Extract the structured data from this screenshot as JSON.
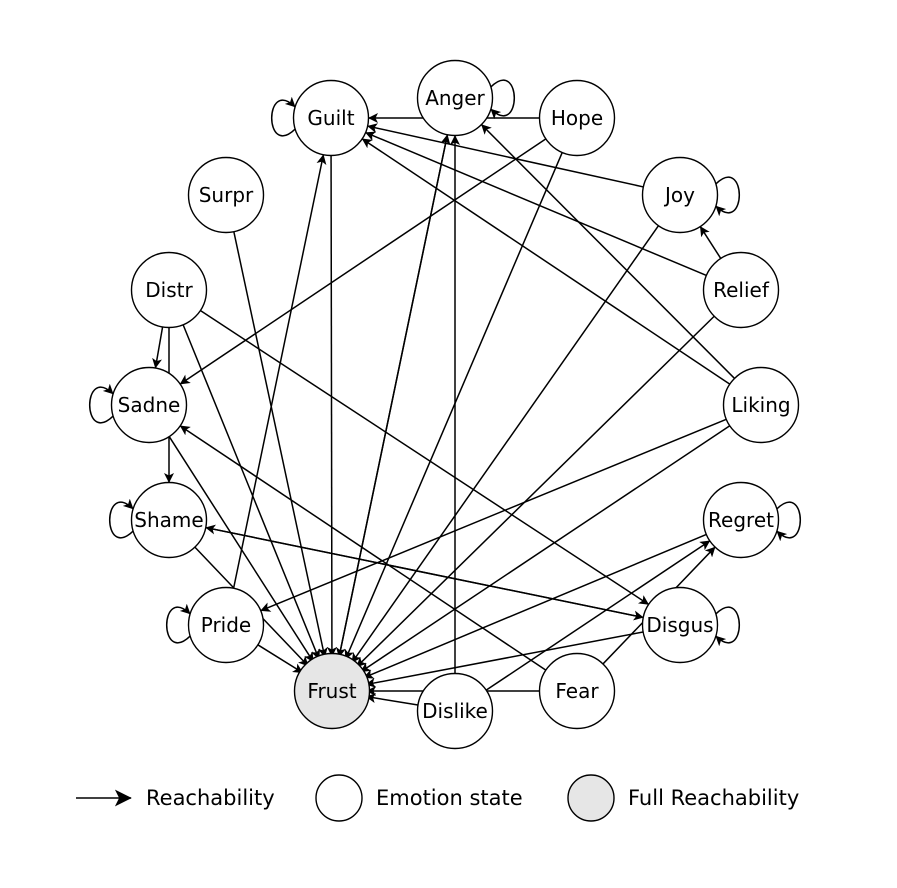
{
  "nodes": [
    {
      "id": "guilt",
      "label": "Guilt",
      "full": false
    },
    {
      "id": "anger",
      "label": "Anger",
      "full": false
    },
    {
      "id": "hope",
      "label": "Hope",
      "full": false
    },
    {
      "id": "surpr",
      "label": "Surpr",
      "full": false
    },
    {
      "id": "joy",
      "label": "Joy",
      "full": false
    },
    {
      "id": "distr",
      "label": "Distr",
      "full": false
    },
    {
      "id": "relief",
      "label": "Relief",
      "full": false
    },
    {
      "id": "sadne",
      "label": "Sadne",
      "full": false
    },
    {
      "id": "liking",
      "label": "Liking",
      "full": false
    },
    {
      "id": "shame",
      "label": "Shame",
      "full": false
    },
    {
      "id": "regret",
      "label": "Regret",
      "full": false
    },
    {
      "id": "pride",
      "label": "Pride",
      "full": false
    },
    {
      "id": "disgus",
      "label": "Disgus",
      "full": false
    },
    {
      "id": "frust",
      "label": "Frust",
      "full": true
    },
    {
      "id": "dislike",
      "label": "Dislike",
      "full": false
    },
    {
      "id": "fear",
      "label": "Fear",
      "full": false
    }
  ],
  "edges": [
    [
      "guilt",
      "frust"
    ],
    [
      "anger",
      "frust"
    ],
    [
      "hope",
      "frust"
    ],
    [
      "surpr",
      "frust"
    ],
    [
      "joy",
      "frust"
    ],
    [
      "distr",
      "frust"
    ],
    [
      "relief",
      "frust"
    ],
    [
      "sadne",
      "frust"
    ],
    [
      "liking",
      "frust"
    ],
    [
      "shame",
      "frust"
    ],
    [
      "regret",
      "frust"
    ],
    [
      "pride",
      "frust"
    ],
    [
      "disgus",
      "frust"
    ],
    [
      "dislike",
      "frust"
    ],
    [
      "fear",
      "frust"
    ],
    [
      "pride",
      "guilt"
    ],
    [
      "hope",
      "guilt"
    ],
    [
      "joy",
      "guilt"
    ],
    [
      "relief",
      "guilt"
    ],
    [
      "liking",
      "guilt"
    ],
    [
      "frust",
      "anger"
    ],
    [
      "dislike",
      "anger"
    ],
    [
      "liking",
      "anger"
    ],
    [
      "hope",
      "sadne"
    ],
    [
      "distr",
      "sadne"
    ],
    [
      "fear",
      "sadne"
    ],
    [
      "distr",
      "shame"
    ],
    [
      "disgus",
      "shame"
    ],
    [
      "relief",
      "joy"
    ],
    [
      "liking",
      "pride"
    ],
    [
      "distr",
      "disgus"
    ],
    [
      "shame",
      "disgus"
    ],
    [
      "dislike",
      "regret"
    ],
    [
      "fear",
      "regret"
    ]
  ],
  "self_loops": [
    "guilt",
    "anger",
    "joy",
    "sadne",
    "shame",
    "pride",
    "regret",
    "disgus"
  ],
  "legend": {
    "reachability": "Reachability",
    "emotion_state": "Emotion state",
    "full_reachability": "Full Reachability"
  },
  "colors": {
    "node_fill": "#ffffff",
    "full_fill": "#e6e6e6",
    "stroke": "#000000"
  }
}
